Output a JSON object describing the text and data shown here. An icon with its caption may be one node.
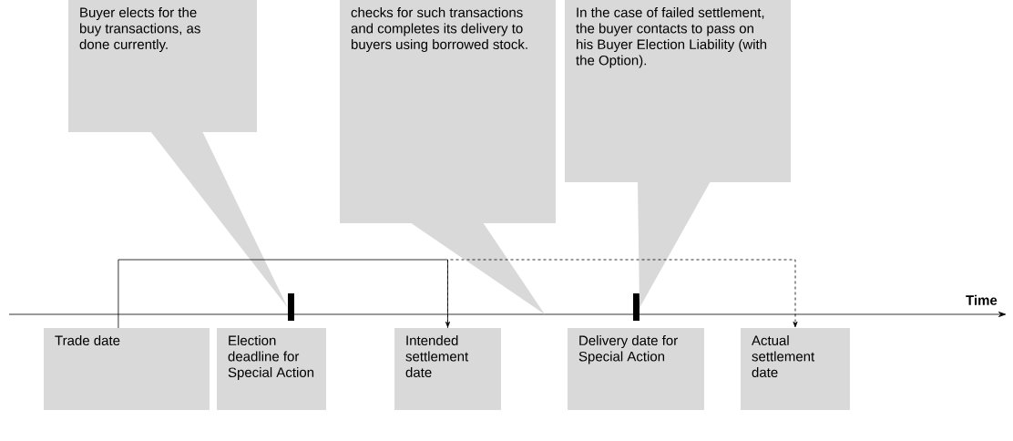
{
  "diagram": {
    "nodes": [
      {
        "text": [
          "Buyer elects for the buy transactions, as done currently."
        ]
      },
      {
        "text": [
          "checks for such transactions and completes its delivery to buyers using borrowed stock."
        ]
      },
      {
        "text": [
          "In the case of failed settlement, the buyer contacts to pass on his Buyer Election Liability (with the Option)."
        ]
      },
      {
        "text": [
          "Trade date"
        ]
      },
      {
        "text": [
          "Election deadline for Special Action"
        ]
      },
      {
        "text": [
          "Intended settlement date"
        ]
      },
      {
        "text": [
          "Delivery date for Special Action"
        ]
      },
      {
        "text": [
          "Actual settlement date"
        ]
      }
    ],
    "edges": [
      {
        "from": 3,
        "to": 5,
        "arrow": "to"
      },
      {
        "from": 5,
        "to": 7,
        "arrow": "to",
        "style": "dashed"
      }
    ],
    "labels": [
      "Time"
    ]
  }
}
